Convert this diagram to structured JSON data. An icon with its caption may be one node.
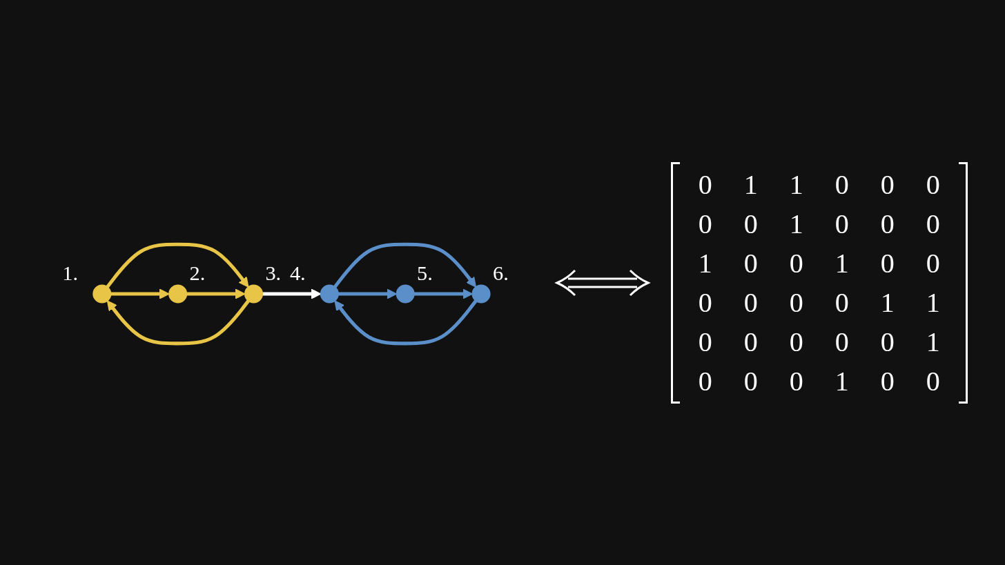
{
  "diagram": {
    "nodes": [
      {
        "text": [],
        "shape": "circle",
        "beside": [
          "1."
        ]
      },
      {
        "text": [],
        "shape": "circle",
        "beside": [
          "2."
        ]
      },
      {
        "text": [],
        "shape": "circle",
        "beside": [
          "3."
        ]
      },
      {
        "text": [],
        "shape": "circle",
        "beside": [
          "4."
        ]
      },
      {
        "text": [],
        "shape": "circle",
        "beside": [
          "5."
        ]
      },
      {
        "text": [],
        "shape": "circle",
        "beside": [
          "6."
        ]
      }
    ],
    "edges": [
      {
        "from": 0,
        "to": 1,
        "arrow": "to",
        "color": "#e8c547"
      },
      {
        "from": 0,
        "to": 2,
        "arrow": "to",
        "color": "#e8c547"
      },
      {
        "from": 1,
        "to": 2,
        "arrow": "to",
        "color": "#e8c547"
      },
      {
        "from": 2,
        "to": 0,
        "arrow": "to",
        "color": "#e8c547"
      },
      {
        "from": 2,
        "to": 3,
        "arrow": "to",
        "color": "#ffffff"
      },
      {
        "from": 3,
        "to": 4,
        "arrow": "to",
        "color": "#5b8fc9"
      },
      {
        "from": 3,
        "to": 5,
        "arrow": "to",
        "color": "#5b8fc9"
      },
      {
        "from": 4,
        "to": 5,
        "arrow": "to",
        "color": "#5b8fc9"
      },
      {
        "from": 5,
        "to": 3,
        "arrow": "to",
        "color": "#5b8fc9"
      }
    ],
    "labels": [
      "0",
      "1",
      "1",
      "0",
      "0",
      "0",
      "0",
      "0",
      "1",
      "0",
      "0",
      "0",
      "1",
      "0",
      "0",
      "1",
      "0",
      "0",
      "0",
      "0",
      "0",
      "0",
      "1",
      "1",
      "0",
      "0",
      "0",
      "0",
      "0",
      "1",
      "0",
      "0",
      "0",
      "1",
      "0",
      "0"
    ]
  }
}
